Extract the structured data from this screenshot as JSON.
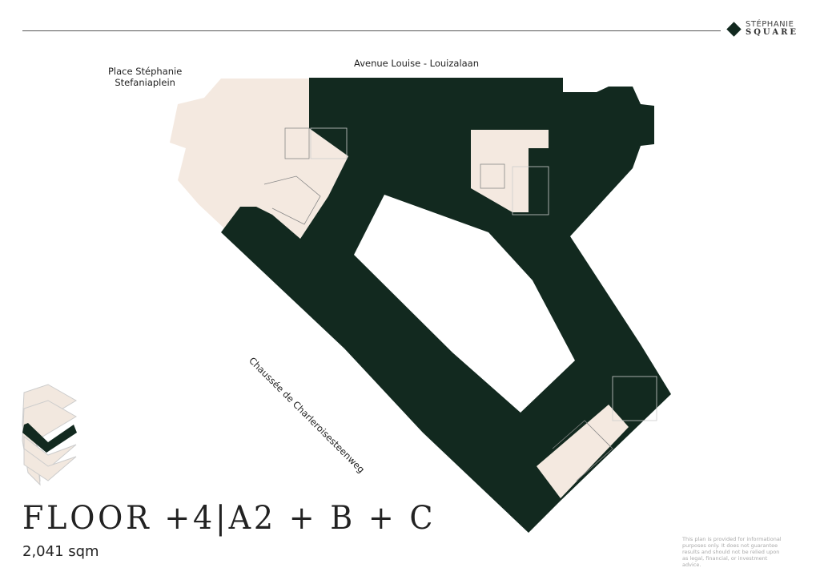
{
  "brand": {
    "line1": "STÉPHANIE",
    "line2": "SQUARE"
  },
  "streets": {
    "place_line1": "Place Stéphanie",
    "place_line2": "Stefaniaplein",
    "avenue": "Avenue Louise - Louizalaan",
    "chaussee": "Chaussée de Charleroisesteenweg"
  },
  "floor": {
    "title": "FLOOR +4|A2 + B + C",
    "area": "2,041 sqm"
  },
  "disclaimer": "This plan is provided for informational purposes only. It does not guarantee results and should not be relied upon as legal, financial, or investment advice.",
  "colors": {
    "dark": "#12291f",
    "beige": "#f4e9e0"
  }
}
